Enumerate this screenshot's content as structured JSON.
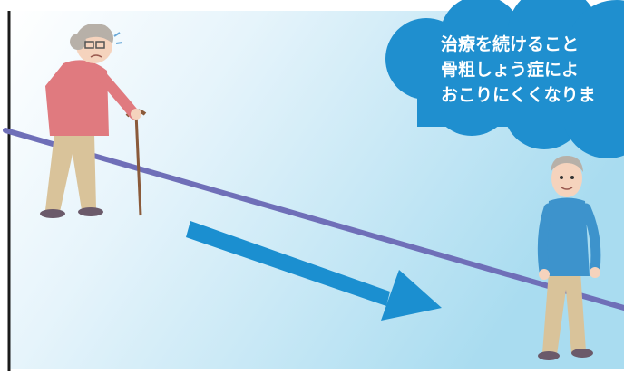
{
  "illustration": {
    "colors": {
      "background_left": "#ffffff",
      "background_right": "#a9dcf0",
      "frame_line": "#1a1a1a",
      "slope_line": "#6f6fb8",
      "arrow": "#1b8fd0",
      "bubble": "#1f8fcf"
    },
    "speech_bubble": {
      "lines": [
        "治療を続けること",
        "骨粗しょう症によ",
        "おこりにくくなりま"
      ]
    },
    "figures": [
      {
        "name": "elderly-woman-with-cane-icon"
      },
      {
        "name": "elderly-man-walking-upright-icon"
      }
    ]
  }
}
